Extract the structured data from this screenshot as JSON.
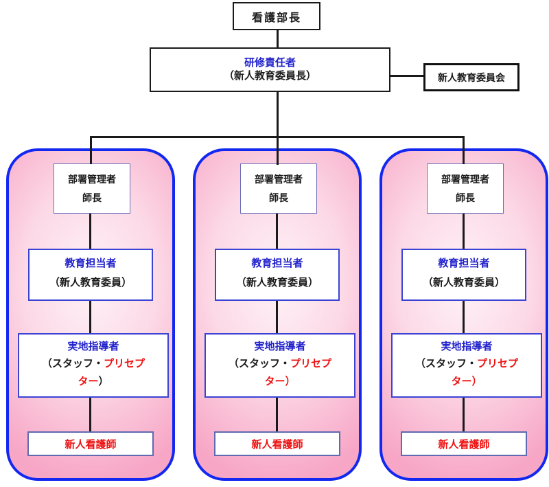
{
  "colors": {
    "blue_text": "#2222cc",
    "red_text": "#ee1111",
    "black_text": "#1a1a1a",
    "container_border": "#1228f0",
    "container_fill_center": "#fef2f7",
    "container_fill_edge": "#f7a6c6",
    "inner_box_border": "#3b43d4",
    "connector": "#1a1a1a"
  },
  "top_box": {
    "label": "看護部長"
  },
  "training_box": {
    "title": "研修責任者",
    "subtitle": "（新人教育委員長）"
  },
  "committee_box": {
    "label": "新人教育委員会"
  },
  "departments": [
    {
      "manager_line1": "部署管理者",
      "manager_line2": "師長",
      "educator_title": "教育担当者",
      "educator_subtitle": "（新人教育委員）",
      "instructor_title": "実地指導者",
      "instructor_sub_line1_black": "（スタッフ・",
      "instructor_sub_line1_red": "プリセプ",
      "instructor_sub_line2_red": "ター",
      "instructor_sub_line2_close": "）",
      "close_paren_color": "#1a1a1a",
      "nurse_label": "新人看護師"
    },
    {
      "manager_line1": "部署管理者",
      "manager_line2": "師長",
      "educator_title": "教育担当者",
      "educator_subtitle": "（新人教育委員）",
      "instructor_title": "実地指導者",
      "instructor_sub_line1_black": "（スタッフ・",
      "instructor_sub_line1_red": "プリセプ",
      "instructor_sub_line2_red": "ター",
      "instructor_sub_line2_close": "）",
      "close_paren_color": "#ee1111",
      "nurse_label": "新人看護師"
    },
    {
      "manager_line1": "部署管理者",
      "manager_line2": "師長",
      "educator_title": "教育担当者",
      "educator_subtitle": "（新人教育委員）",
      "instructor_title": "実地指導者",
      "instructor_sub_line1_black": "（スタッフ・",
      "instructor_sub_line1_red": "プリセプ",
      "instructor_sub_line2_red": "ター",
      "instructor_sub_line2_close": "）",
      "close_paren_color": "#ee1111",
      "nurse_label": "新人看護師"
    }
  ]
}
